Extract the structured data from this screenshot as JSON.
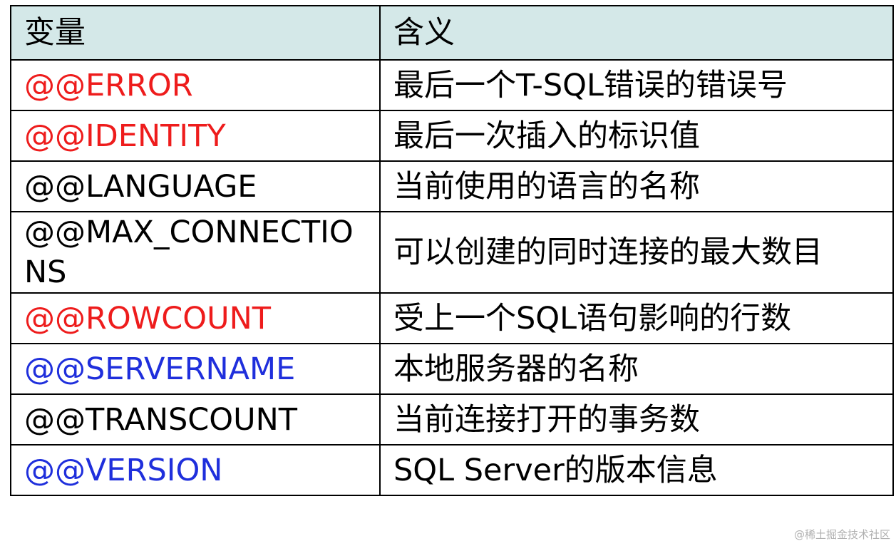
{
  "table": {
    "header": {
      "variable": "变量",
      "meaning": "含义"
    },
    "header_bg_color": "#d4e8e8",
    "colors": {
      "red": "#ee1c1c",
      "blue": "#1f2fdc",
      "black": "#000000"
    },
    "rows": [
      {
        "variable": "@@ERROR",
        "meaning": "最后一个T-SQL错误的错误号",
        "color": "red"
      },
      {
        "variable": "@@IDENTITY",
        "meaning": "最后一次插入的标识值",
        "color": "red"
      },
      {
        "variable": "@@LANGUAGE",
        "meaning": "当前使用的语言的名称",
        "color": "black"
      },
      {
        "variable": "@@MAX_CONNECTIONS",
        "meaning": "可以创建的同时连接的最大数目",
        "color": "black"
      },
      {
        "variable": "@@ROWCOUNT",
        "meaning": "受上一个SQL语句影响的行数",
        "color": "red"
      },
      {
        "variable": "@@SERVERNAME",
        "meaning": "本地服务器的名称",
        "color": "blue"
      },
      {
        "variable": "@@TRANSCOUNT",
        "meaning": "当前连接打开的事务数",
        "color": "black"
      },
      {
        "variable": "@@VERSION",
        "meaning": "SQL Server的版本信息",
        "color": "blue"
      }
    ]
  },
  "watermark": "@稀土掘金技术社区"
}
